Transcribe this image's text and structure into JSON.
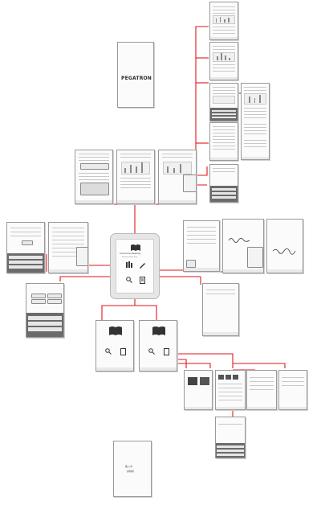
{
  "title": "",
  "brand_splash": {
    "text": "PEGATRON"
  },
  "home": {
    "app_name": "Continuous Reading",
    "app_tagline": "Reading Made Easy"
  },
  "boot_screen": {
    "line1": "載入中",
    "line2": "請稍候"
  },
  "colors": {
    "connector": "#e0161b",
    "screen_border": "#9a9a9a",
    "background": "#ffffff"
  },
  "icons": [
    "open-book-icon",
    "library-books-icon",
    "magnifier-icon",
    "pen-icon",
    "document-icon"
  ]
}
